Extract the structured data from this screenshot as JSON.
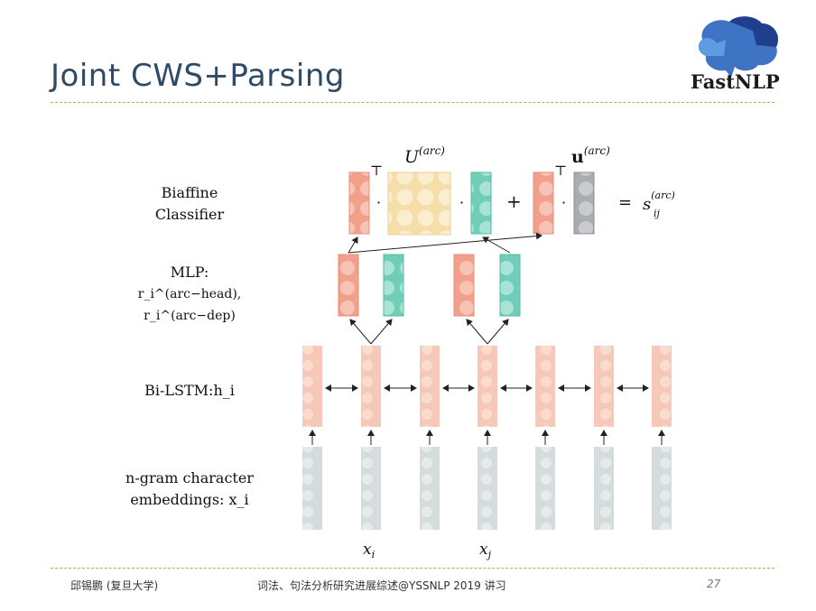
{
  "slide": {
    "title": "Joint CWS+Parsing",
    "logo_text": "FastNLP",
    "logo_icon": "brain-puzzle-icon"
  },
  "diagram": {
    "labels": {
      "biaffine_line1": "Biaffine",
      "biaffine_line2": "Classifier",
      "mlp_line1": "MLP:",
      "mlp_line2": "r_i^(arc−head), r_i^(arc−dep)",
      "bilstm": "Bi-LSTM:h_i",
      "ngram_line1": "n-gram character",
      "ngram_line2": "embeddings: x_i"
    },
    "math": {
      "U_label": "U",
      "U_sup": "(arc)",
      "u_label": "u",
      "u_sup": "(arc)",
      "transpose1": "⊤",
      "transpose2": "⊤",
      "dot1": "·",
      "dot2": "·",
      "dot3": "·",
      "plus": "+",
      "equals": "=",
      "s_label": "s",
      "s_sub": "ij",
      "s_sup": "(arc)"
    },
    "token_labels": {
      "xi": "x",
      "xi_sub": "i",
      "xj": "x",
      "xj_sub": "j"
    },
    "colors": {
      "salmon": "#f2a08c",
      "teal": "#6fcdb8",
      "yellow": "#f6deab",
      "gray": "#a9acb0",
      "light_salmon": "#f6c8b8",
      "light_gray": "#d5dcdc"
    }
  },
  "footer": {
    "left": "邱锡鹏 (复旦大学)",
    "center": "词法、句法分析研究进展综述@YSSNLP 2019 讲习",
    "page": "27"
  }
}
